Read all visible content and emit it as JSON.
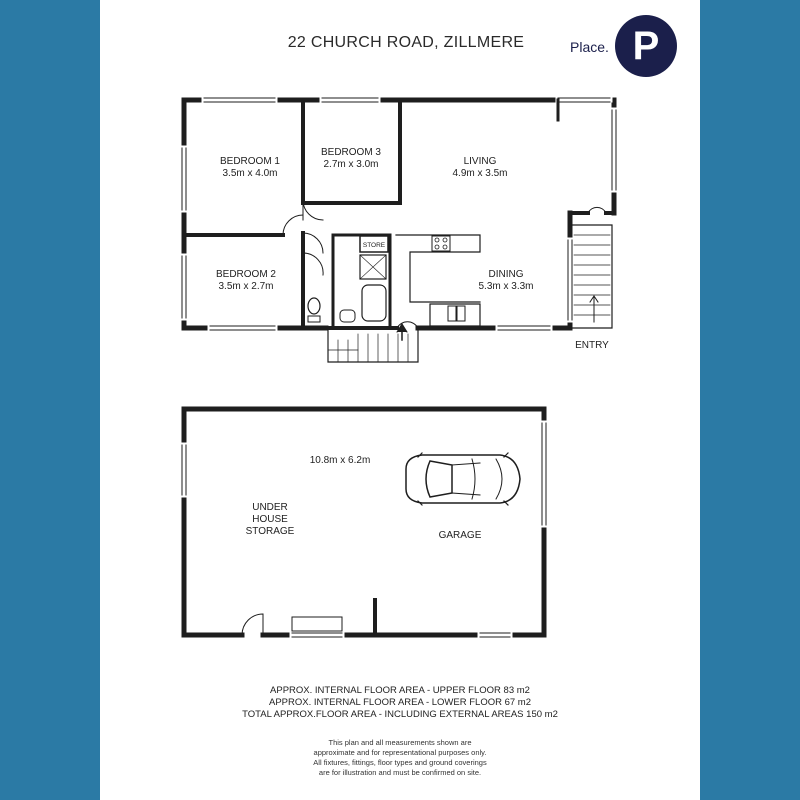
{
  "title": "22 CHURCH ROAD, ZILLMERE",
  "brand": {
    "text": "Place.",
    "logo_letter": "P"
  },
  "colors": {
    "background": "#2b7aa5",
    "sheet": "#ffffff",
    "wall": "#1e1e1e",
    "brand": "#1b1f4b"
  },
  "upper_floor": {
    "rooms": [
      {
        "name": "BEDROOM 1",
        "size": "3.5m x 4.0m"
      },
      {
        "name": "BEDROOM 3",
        "size": "2.7m x 3.0m"
      },
      {
        "name": "LIVING",
        "size": "4.9m x 3.5m"
      },
      {
        "name": "BEDROOM 2",
        "size": "3.5m x 2.7m"
      },
      {
        "name": "DINING",
        "size": "5.3m x 3.3m"
      }
    ],
    "store_label": "STORE",
    "entry_label": "ENTRY"
  },
  "lower_floor": {
    "size": "10.8m x 6.2m",
    "storage_lines": [
      "UNDER",
      "HOUSE",
      "STORAGE"
    ],
    "garage_label": "GARAGE"
  },
  "areas": [
    "APPROX. INTERNAL FLOOR AREA - UPPER FLOOR 83 m2",
    "APPROX. INTERNAL FLOOR AREA - LOWER FLOOR 67 m2",
    "TOTAL APPROX.FLOOR AREA - INCLUDING EXTERNAL AREAS 150 m2"
  ],
  "disclaimer": [
    "This plan and all measurements shown are",
    "approximate and for representational purposes only.",
    "All fixtures, fittings, floor types and ground coverings",
    "are for illustration and must be confirmed on site."
  ]
}
